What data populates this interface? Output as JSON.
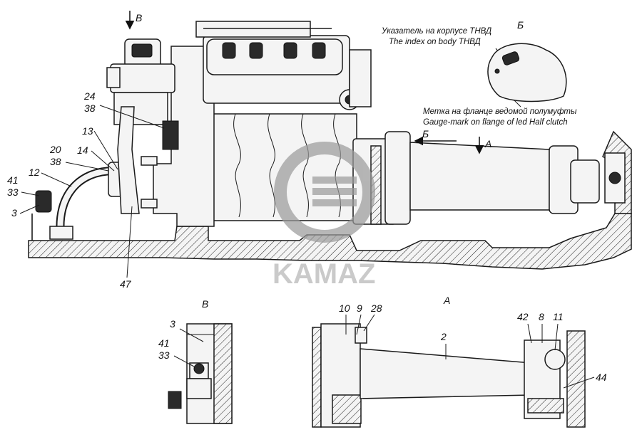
{
  "watermark": {
    "brand": "KAMAZ"
  },
  "views": {
    "view_b_marker": "В",
    "view_a_marker": "А",
    "view_b_small_marker": "Б",
    "section_b_title": "В",
    "section_a_title": "А",
    "detail_b_title": "Б"
  },
  "annotations": {
    "index_ru": "Указатель на корпусе ТНВД",
    "index_en": "The index on body ТНВД",
    "mark_ru": "Метка на фланце ведомой полумуфты",
    "mark_en": "Gauge-mark on flange of led Half clutch"
  },
  "callouts_main": [
    "24",
    "38",
    "13",
    "14",
    "20",
    "38",
    "12",
    "41",
    "33",
    "3",
    "47"
  ],
  "callouts_view_b": [
    "3",
    "41",
    "33"
  ],
  "callouts_view_a": [
    "10",
    "9",
    "28",
    "2",
    "42",
    "8",
    "11",
    "44"
  ]
}
